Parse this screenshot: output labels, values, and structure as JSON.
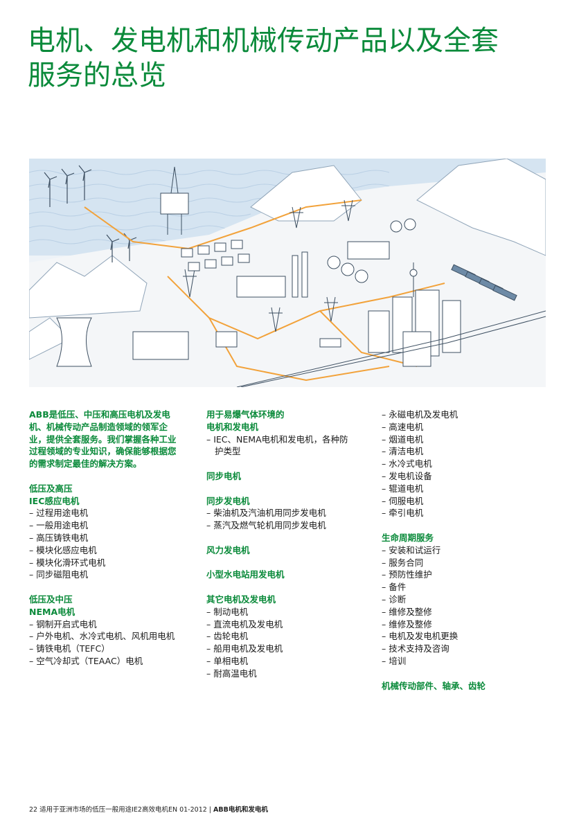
{
  "title_line1": "电机、发电机和机械传动产品以及全套",
  "title_line2": "服务的总览",
  "col1": {
    "intro": "ABB是低压、中压和高压电机及发电机、机械传动产品制造领域的领军企业，提供全套服务。我们掌握各种工业过程领域的专业知识，确保能够根据您的需求制定最佳的解决方案。",
    "sec1_head1": "低压及高压",
    "sec1_head2": "IEC感应电机",
    "sec1_items": [
      "– 过程用途电机",
      "– 一般用途电机",
      "– 高压铸铁电机",
      "– 模块化感应电机",
      "– 模块化滑环式电机",
      "– 同步磁阻电机"
    ],
    "sec2_head1": "低压及中压",
    "sec2_head2": "NEMA电机",
    "sec2_items": [
      "– 钢制开启式电机",
      "– 户外电机、水冷式电机、风机用电机",
      "– 铸铁电机（TEFC）",
      "– 空气冷却式（TEAAC）电机"
    ]
  },
  "col2": {
    "sec1_head1": "用于易爆气体环境的",
    "sec1_head2": "电机和发电机",
    "sec1_items": [
      "– IEC、NEMA电机和发电机，各种防护类型"
    ],
    "sec2_head": "同步电机",
    "sec3_head": "同步发电机",
    "sec3_items": [
      "– 柴油机及汽油机用同步发电机",
      "– 蒸汽及燃气轮机用同步发电机"
    ],
    "sec4_head": "风力发电机",
    "sec5_head": "小型水电站用发电机",
    "sec6_head": "其它电机及发电机",
    "sec6_items": [
      "– 制动电机",
      "– 直流电机及发电机",
      "– 齿轮电机",
      "– 船用电机及发电机",
      "– 单相电机",
      "– 耐高温电机"
    ]
  },
  "col3": {
    "sec1_items": [
      "– 永磁电机及发电机",
      "– 高速电机",
      "– 烟道电机",
      "– 清洁电机",
      "– 水冷式电机",
      "– 发电机设备",
      "– 辊道电机",
      "– 伺服电机",
      "– 牵引电机"
    ],
    "sec2_head": "生命周期服务",
    "sec2_items": [
      "– 安装和试运行",
      "– 服务合同",
      "– 预防性维护",
      "– 备件",
      "– 诊断",
      "– 维修及整修",
      "– 维修及整修",
      "– 电机及发电机更换",
      "– 技术支持及咨询",
      "– 培训"
    ],
    "sec3_head": "机械传动部件、轴承、齿轮"
  },
  "footer": {
    "text": "22 适用于亚洲市场的低压一般用途IE2高效电机EN 01-2012 | ",
    "bold": "ABB电机和发电机"
  },
  "colors": {
    "brand_green": "#0a8a3a",
    "line_orange": "#f2a23a",
    "sea": "#cfe0ef"
  }
}
